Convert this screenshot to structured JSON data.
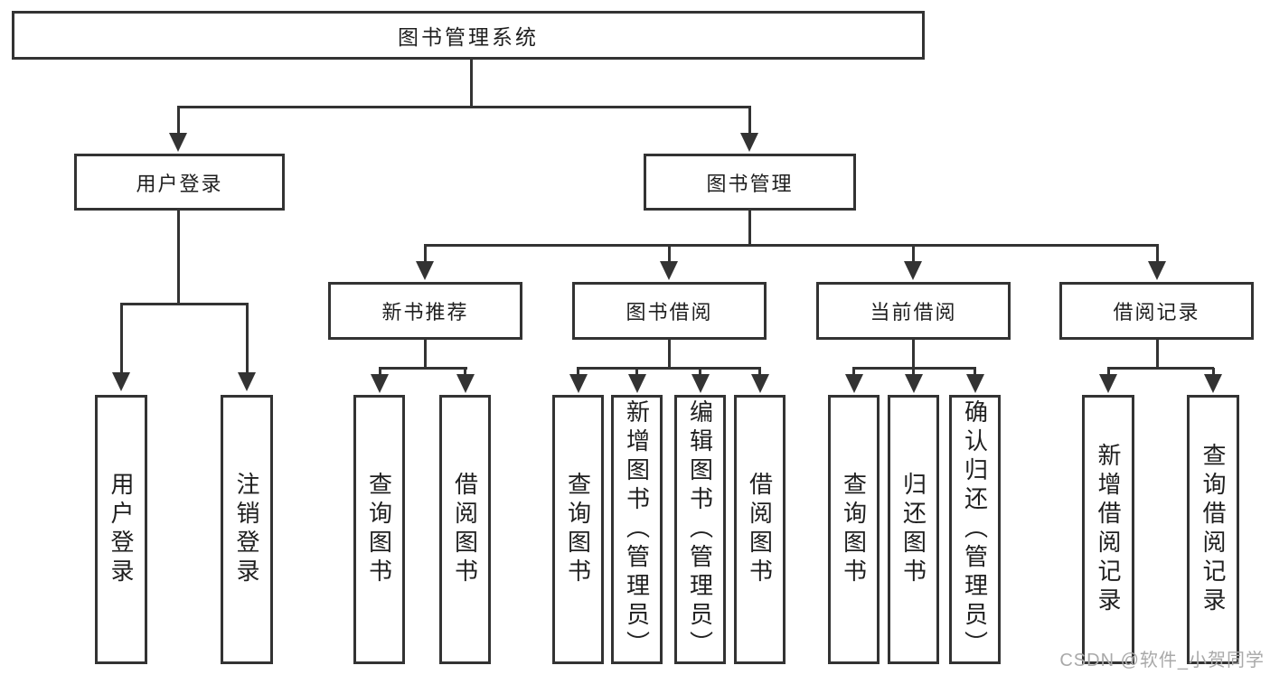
{
  "nodes": {
    "root": "图书管理系统",
    "user_login": "用户登录",
    "book_mgmt": "图书管理",
    "new_book_rec": "新书推荐",
    "book_borrow": "图书借阅",
    "current_borrow": "当前借阅",
    "borrow_records": "借阅记录",
    "leaf_user_login": "用户登录",
    "leaf_logout": "注销登录",
    "leaf_query_book_rec": "查询图书",
    "leaf_borrow_book_rec": "借阅图书",
    "leaf_query_book_borrow": "查询图书",
    "leaf_add_book_admin": "新增图书（管理员）",
    "leaf_edit_book_admin": "编辑图书（管理员）",
    "leaf_borrow_book_borrow": "借阅图书",
    "leaf_query_book_current": "查询图书",
    "leaf_return_book": "归还图书",
    "leaf_confirm_return_admin": "确认归还（管理员）",
    "leaf_add_borrow_record": "新增借阅记录",
    "leaf_query_borrow_record": "查询借阅记录"
  },
  "hierarchy": {
    "图书管理系统": {
      "用户登录": [
        "用户登录",
        "注销登录"
      ],
      "图书管理": {
        "新书推荐": [
          "查询图书",
          "借阅图书"
        ],
        "图书借阅": [
          "查询图书",
          "新增图书（管理员）",
          "编辑图书（管理员）",
          "借阅图书"
        ],
        "当前借阅": [
          "查询图书",
          "归还图书",
          "确认归还（管理员）"
        ],
        "借阅记录": [
          "新增借阅记录",
          "查询借阅记录"
        ]
      }
    }
  },
  "watermark": "CSDN @软件_小贺同学",
  "colors": {
    "line": "#333333",
    "text": "#1f1f1f",
    "watermark": "#a9a9a9",
    "background": "#ffffff"
  }
}
